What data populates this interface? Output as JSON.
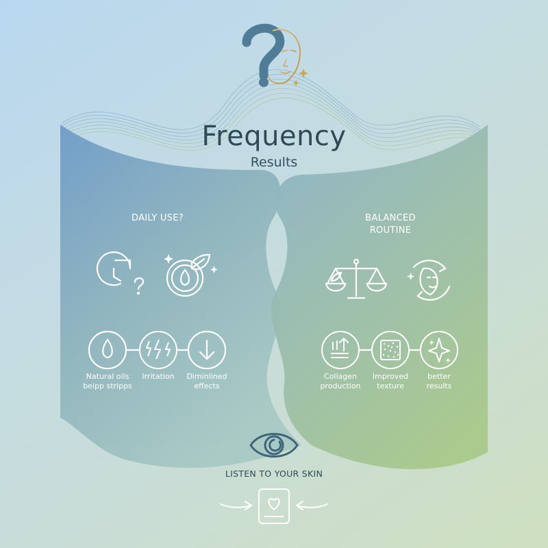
{
  "header": {
    "title": "Frequency",
    "subtitle": "Results"
  },
  "left_panel": {
    "label": "DAILY USE?",
    "top_icons": [
      "clock-question-icon",
      "droplet-leaf-icon"
    ],
    "steps": [
      {
        "icon": "droplet-icon",
        "caption_line1": "Natural oils",
        "caption_line2": "beipp stripps"
      },
      {
        "icon": "lightning-icon",
        "caption_line1": "Irritation",
        "caption_line2": ""
      },
      {
        "icon": "arrow-down-icon",
        "caption_line1": "Diminlined",
        "caption_line2": "effects"
      }
    ]
  },
  "right_panel": {
    "label_line1": "BALANCED",
    "label_line2": "ROUTINE",
    "top_icons": [
      "balance-scale-icon",
      "face-cycle-icon"
    ],
    "steps": [
      {
        "icon": "layers-up-icon",
        "caption_line1": "Collagen",
        "caption_line2": "production"
      },
      {
        "icon": "texture-icon",
        "caption_line1": "Improved",
        "caption_line2": "texture"
      },
      {
        "icon": "sparkle-icon",
        "caption_line1": "better",
        "caption_line2": "results"
      }
    ]
  },
  "footer": {
    "label": "LISTEN TO YOUR SKIN",
    "icons": [
      "eye-icon",
      "arrow-right-icon",
      "skin-heart-icon",
      "arrow-left-icon"
    ]
  },
  "colors": {
    "title": "#2f4a56",
    "gold": "#c8a860",
    "question_mark": "#4f7c96",
    "panel_left_top": "#6f9cc8",
    "panel_right_bottom": "#a9c98a",
    "stroke_white": "#ffffff"
  }
}
